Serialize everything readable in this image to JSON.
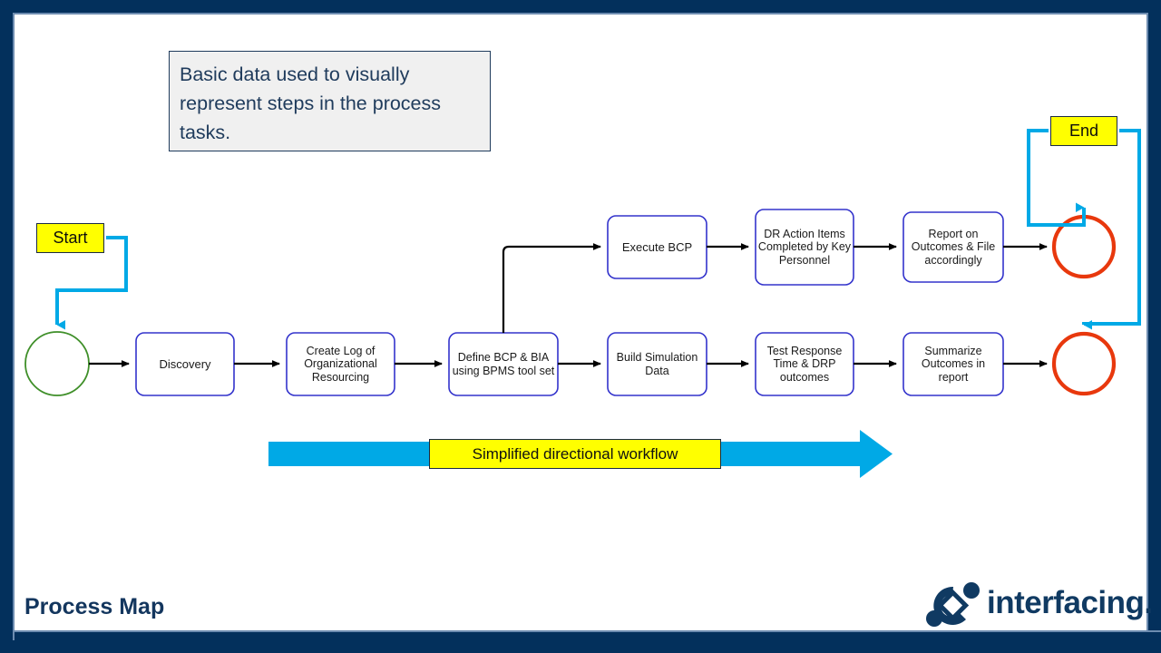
{
  "slide": {
    "page_title": "Process Map",
    "brand_name": "interfacing.",
    "frame_color": "#03305c",
    "background": "#ffffff"
  },
  "note": {
    "text": "Basic data used to visually represent steps in the process tasks.",
    "background": "#f0f0f0",
    "border_color": "#1f3b5c",
    "text_color": "#1f3b5c"
  },
  "labels": {
    "start": "Start",
    "end": "End",
    "banner": "Simplified directional workflow",
    "fill": "#ffff00",
    "border": "#1b2a44"
  },
  "banner": {
    "arrow_color": "#00a9e6",
    "label": "Simplified directional workflow"
  },
  "events": {
    "start_event_color": "#3f8f29",
    "end_event_color": "#e8380d",
    "start_count": 1,
    "end_count": 2
  },
  "connectors": {
    "sequence_flow_color": "#000000",
    "annotation_flow_color": "#00a9e6"
  },
  "tasks": {
    "border_color": "#3333cc",
    "fill": "#ffffff",
    "text_color": "#1a1a1a",
    "bottom_row": [
      "Discovery",
      "Create Log of Organizational Resourcing",
      "Define BCP & BIA using BPMS tool set",
      "Build Simulation Data",
      "Test Response Time & DRP outcomes",
      "Summarize Outcomes in report"
    ],
    "top_row": [
      "Execute BCP",
      "DR Action Items Completed by Key Personnel",
      "Report on Outcomes & File accordingly"
    ]
  }
}
